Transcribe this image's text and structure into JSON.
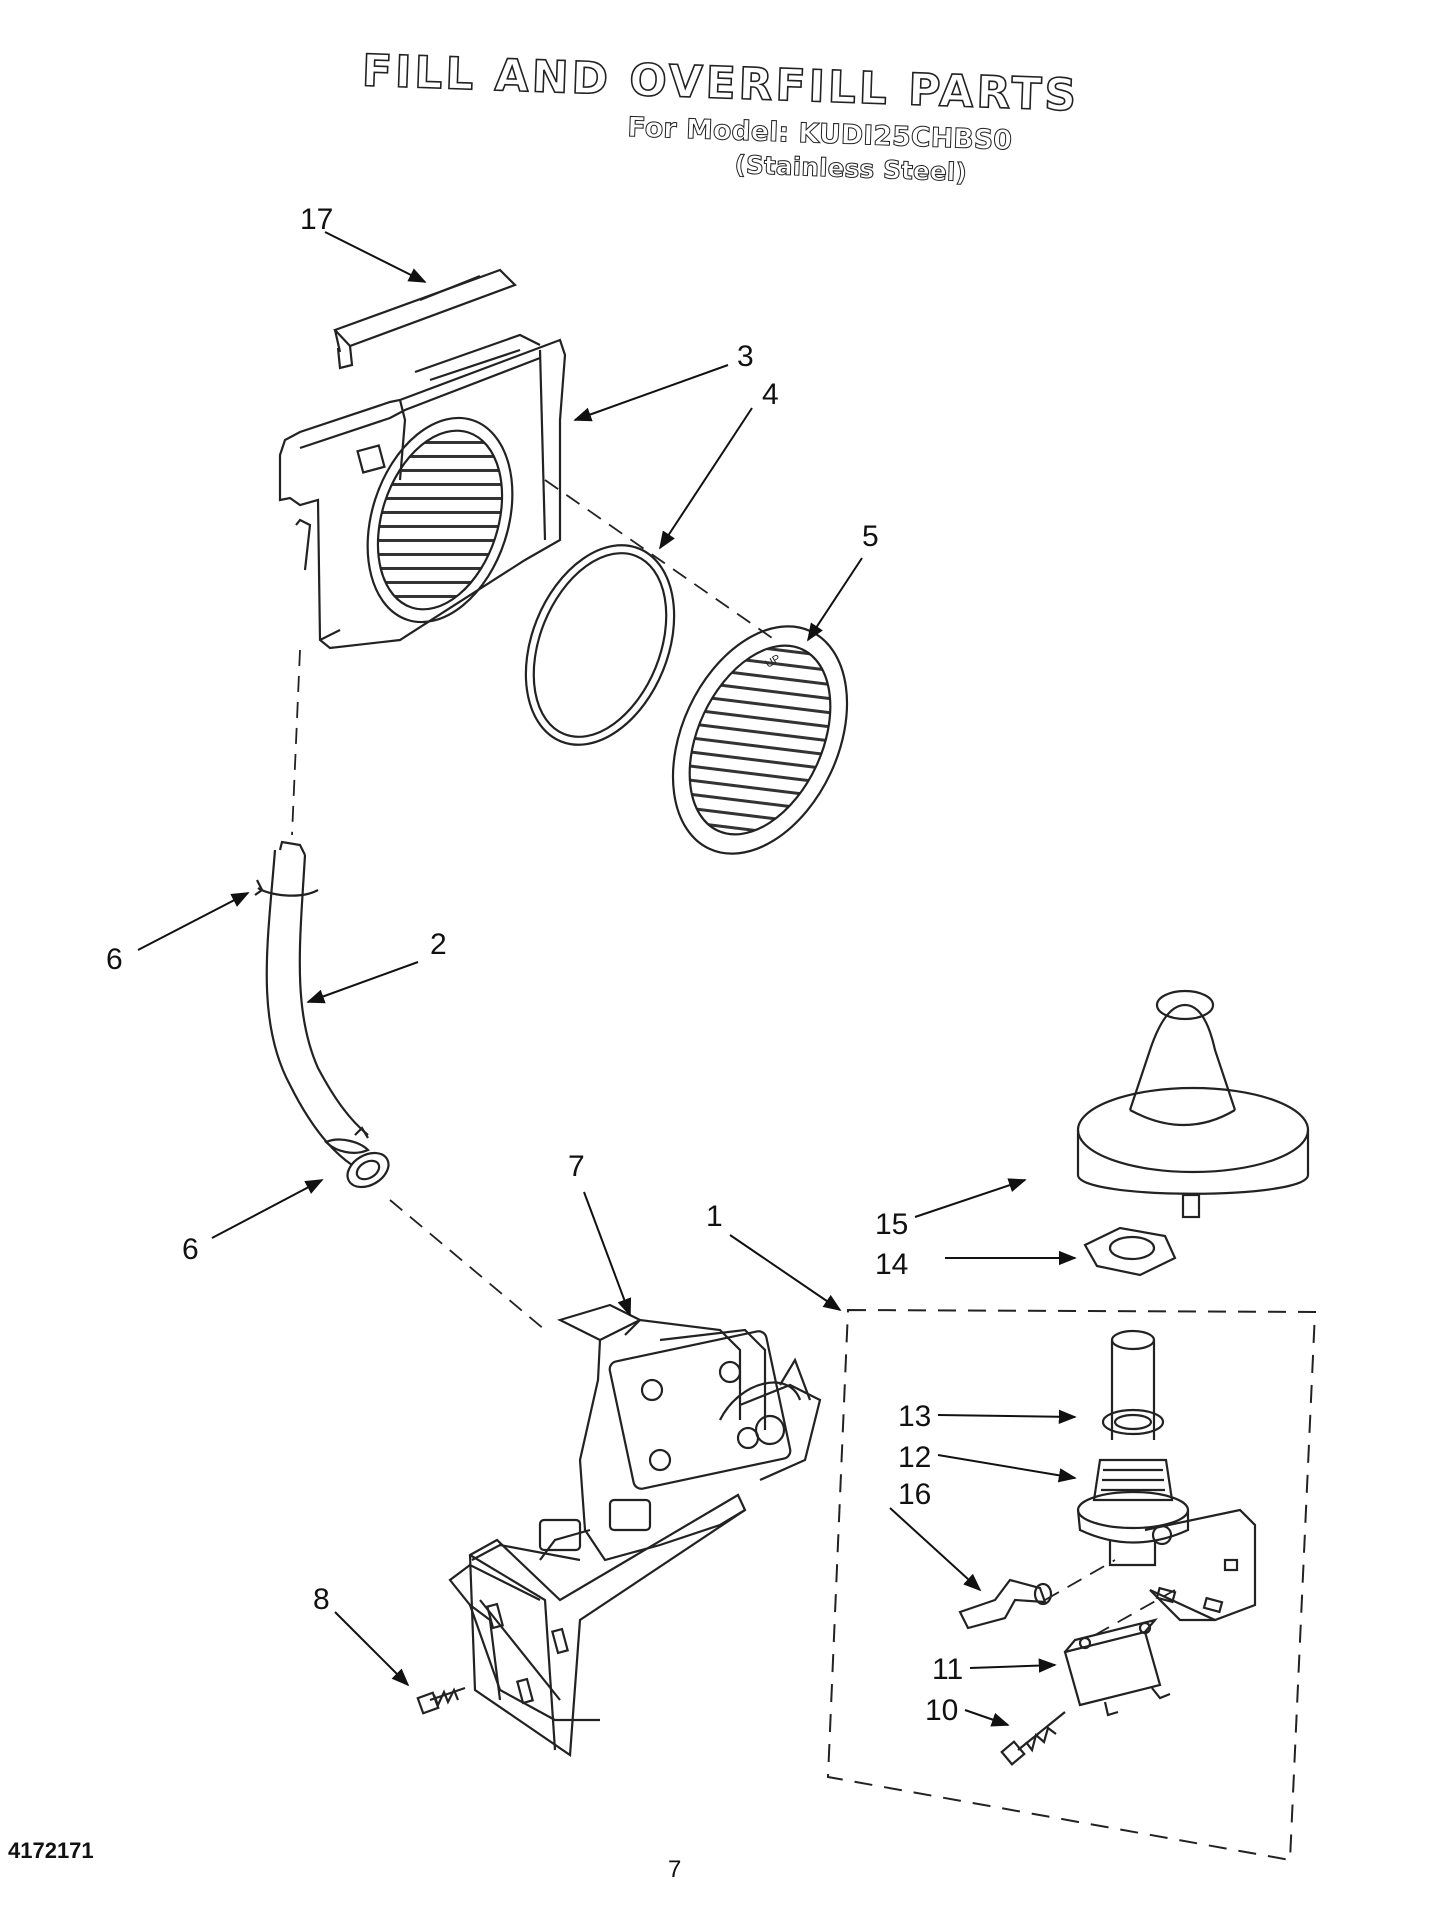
{
  "header": {
    "title": "FILL AND OVERFILL PARTS",
    "model_line": "For Model: KUDI25CHBS0",
    "finish": "(Stainless Steel)"
  },
  "footer": {
    "document_number": "4172171",
    "page_number": "7"
  },
  "callouts": {
    "c17": "17",
    "c3": "3",
    "c4": "4",
    "c5": "5",
    "c6a": "6",
    "c2": "2",
    "c6b": "6",
    "c7": "7",
    "c1": "1",
    "c15": "15",
    "c14": "14",
    "c13": "13",
    "c12": "12",
    "c16": "16",
    "c8": "8",
    "c11": "11",
    "c10": "10"
  },
  "part_labels": {
    "filter_marking": "UP"
  }
}
